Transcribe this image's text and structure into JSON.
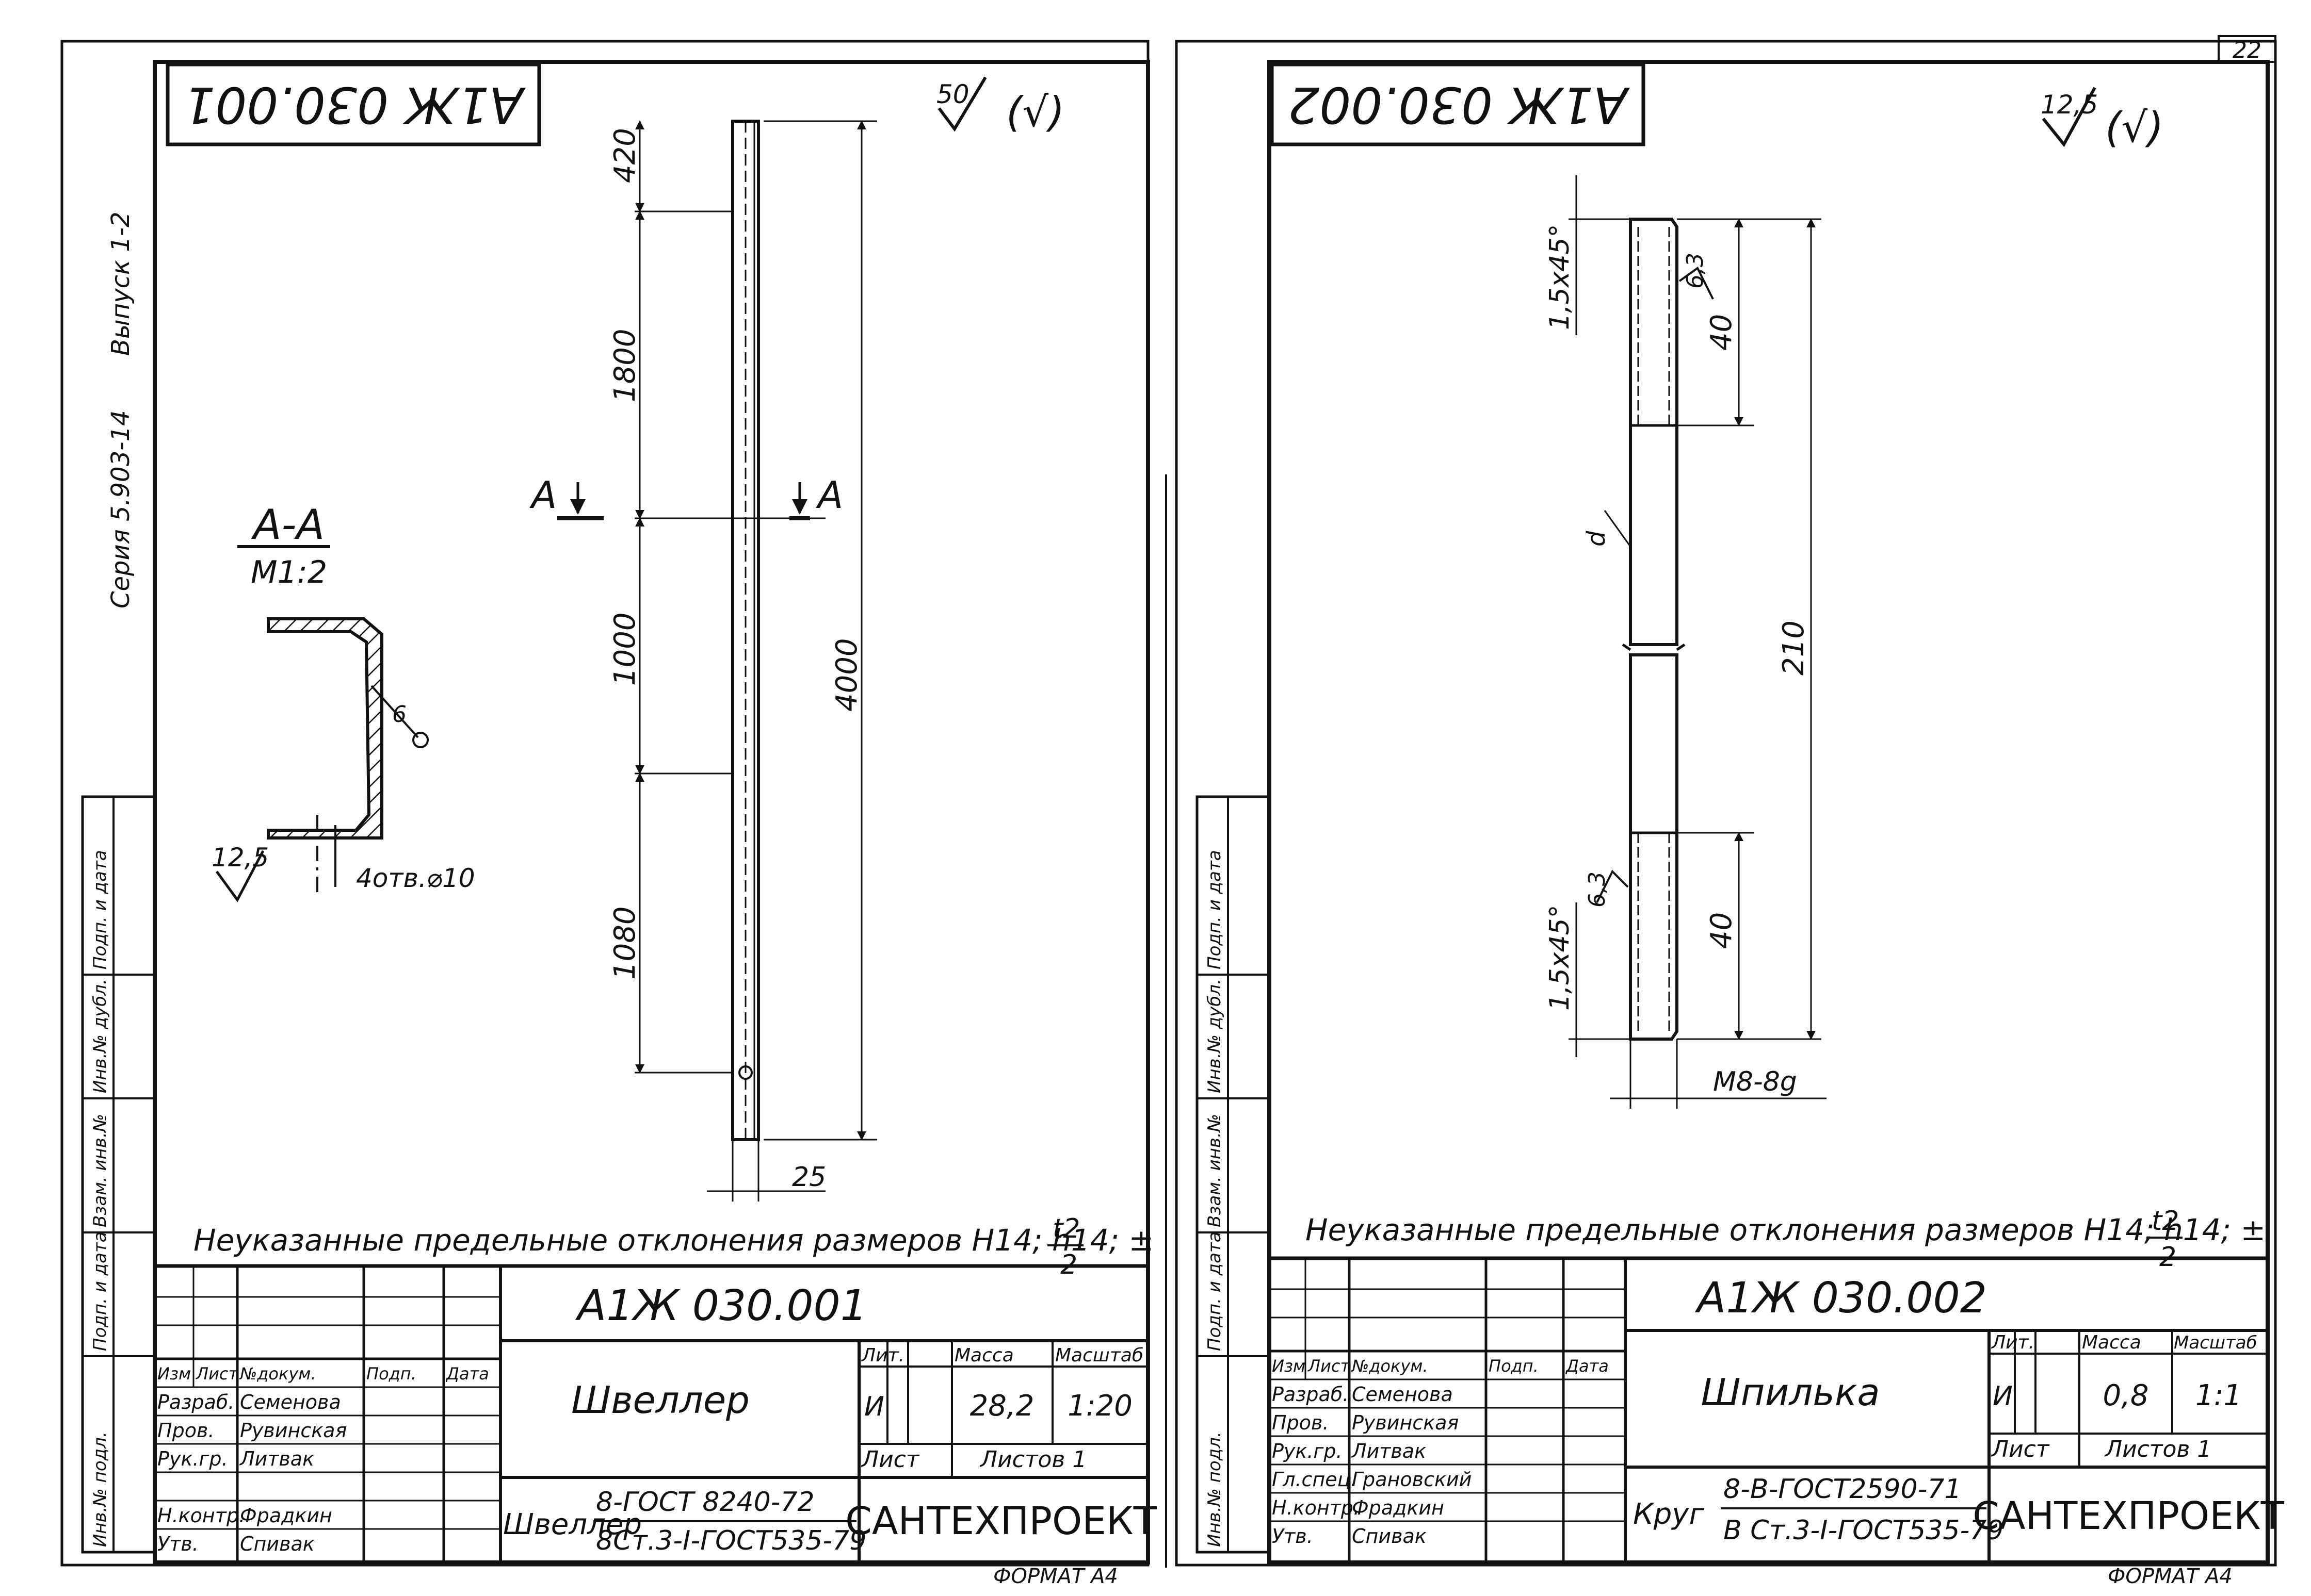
{
  "page_number": "22",
  "sheet_left": {
    "code_top": "А1Ж 030.001",
    "roughness_top": "50",
    "roughness_paren": "(√)",
    "series_label": "Серия 5.903-14",
    "issue_label": "Выпуск 1-2",
    "section_title": "А-А",
    "section_scale": "М1:2",
    "section_roughness": "12,5",
    "holes_note": "4отв.⌀10",
    "section_mark_a1": "А",
    "section_mark_a2": "А",
    "dims": {
      "d420": "420",
      "d1800": "1800",
      "d1000": "1000",
      "d1080": "1080",
      "d4000": "4000",
      "d25": "25",
      "d6": "6"
    },
    "note": "Неуказанные предельные отклонения размеров Н14; h14; ±",
    "note_frac_top": "t2",
    "note_frac_bottom": "2",
    "title_block": {
      "designation": "А1Ж 030.001",
      "name": "Швеллер",
      "material_prefix": "Швеллер",
      "material_line1": "8-ГОСТ 8240-72",
      "material_line2": "8Ст.3-I-ГОСТ535-79",
      "company": "САНТЕХПРОЕКТ",
      "format": "ФОРМАТ А4",
      "col_headers": [
        "Изм",
        "Лист",
        "№докум.",
        "Подп.",
        "Дата"
      ],
      "lit_label": "Лит.",
      "mass_label": "Масса",
      "scale_label": "Масштаб",
      "lit_value": "И",
      "mass_value": "28,2",
      "scale_value": "1:20",
      "sheet_label": "Лист",
      "sheets_label": "Листов 1",
      "people": [
        {
          "role": "Разраб.",
          "name": "Семенова"
        },
        {
          "role": "Пров.",
          "name": "Рувинская"
        },
        {
          "role": "Рук.гр.",
          "name": "Литвак"
        },
        {
          "role": "",
          "name": ""
        },
        {
          "role": "Н.контр.",
          "name": "Фрадкин"
        },
        {
          "role": "Утв.",
          "name": "Спивак"
        }
      ]
    },
    "side_stamp": [
      "Инв.№ подл.",
      "Подп. и дата",
      "Взам. инв.№",
      "Инв.№ дубл.",
      "Подп. и дата"
    ]
  },
  "sheet_right": {
    "code_top": "А1Ж 030.002",
    "roughness_top": "12,5",
    "roughness_paren": "(√)",
    "dims": {
      "chamfer_top": "1,5x45°",
      "chamfer_bottom": "1,5x45°",
      "thread_len_top": "40",
      "thread_len_bottom": "40",
      "rough_top": "6,3",
      "rough_bottom": "6,3",
      "length": "210",
      "thread": "М8-8g",
      "dia": "d"
    },
    "note": "Неуказанные предельные отклонения размеров Н14; h14; ±",
    "note_frac_top": "t2",
    "note_frac_bottom": "2",
    "title_block": {
      "designation": "А1Ж 030.002",
      "name": "Шпилька",
      "material_prefix": "Круг",
      "material_line1": "8-В-ГОСТ2590-71",
      "material_line2": "В Ст.3-I-ГОСТ535-79",
      "company": "САНТЕХПРОЕКТ",
      "format": "ФОРМАТ А4",
      "col_headers": [
        "Изм",
        "Лист",
        "№докум.",
        "Подп.",
        "Дата"
      ],
      "lit_label": "Лит.",
      "mass_label": "Масса",
      "scale_label": "Масштаб",
      "lit_value": "И",
      "mass_value": "0,8",
      "scale_value": "1:1",
      "sheet_label": "Лист",
      "sheets_label": "Листов 1",
      "people": [
        {
          "role": "Разраб.",
          "name": "Семенова"
        },
        {
          "role": "Пров.",
          "name": "Рувинская"
        },
        {
          "role": "Рук.гр.",
          "name": "Литвак"
        },
        {
          "role": "Гл.спец.",
          "name": "Грановский"
        },
        {
          "role": "Н.контр.",
          "name": "Фрадкин"
        },
        {
          "role": "Утв.",
          "name": "Спивак"
        }
      ]
    },
    "side_stamp": [
      "Инв.№ подл.",
      "Подп. и дата",
      "Взам. инв.№",
      "Инв.№ дубл.",
      "Подп. и дата"
    ]
  }
}
